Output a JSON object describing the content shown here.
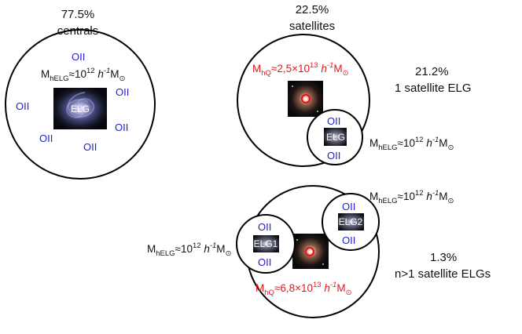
{
  "colors": {
    "oii": "#2222cc",
    "host_mass": "#e8141e",
    "ring": "#000000"
  },
  "centrals": {
    "percent": "77.5%",
    "label": "centrals",
    "galaxy_label": "ELG",
    "oii_label": "OII",
    "mass": {
      "sym": "M",
      "sub": "hELG",
      "approx": "≈10",
      "exp": "12",
      "h": " h",
      "hexp": "-1",
      "unit": "M",
      "sun": "⊙"
    }
  },
  "satellites": {
    "percent": "22.5%",
    "label": "satellites",
    "host_mass": {
      "sym": "M",
      "sub": "hQ",
      "approx": "≈2,5×10",
      "exp": "13",
      "h": " h",
      "hexp": "-1",
      "unit": "M",
      "sun": "⊙"
    },
    "sat_percent": "21.2%",
    "sat_label": "1 satellite ELG",
    "galaxy_label": "ELG",
    "oii_label": "OII",
    "sat_mass": {
      "sym": "M",
      "sub": "hELG",
      "approx": "≈10",
      "exp": "12",
      "h": " h",
      "hexp": "-1",
      "unit": "M",
      "sun": "⊙"
    }
  },
  "multi": {
    "percent": "1.3%",
    "label": "n>1 satellite ELGs",
    "elg1_label": "ELG1",
    "elg2_label": "ELG2",
    "oii_label": "OII",
    "host_mass": {
      "sym": "M",
      "sub": "hQ",
      "approx": "≈6,8×10",
      "exp": "13",
      "h": " h",
      "hexp": "-1",
      "unit": "M",
      "sun": "⊙"
    },
    "mass_left": {
      "sym": "M",
      "sub": "hELG",
      "approx": "≈10",
      "exp": "12",
      "h": " h",
      "hexp": "-1",
      "unit": "M",
      "sun": "⊙"
    },
    "mass_right": {
      "sym": "M",
      "sub": "hELG",
      "approx": "≈10",
      "exp": "12",
      "h": " h",
      "hexp": "-1",
      "unit": "M",
      "sun": "⊙"
    }
  }
}
